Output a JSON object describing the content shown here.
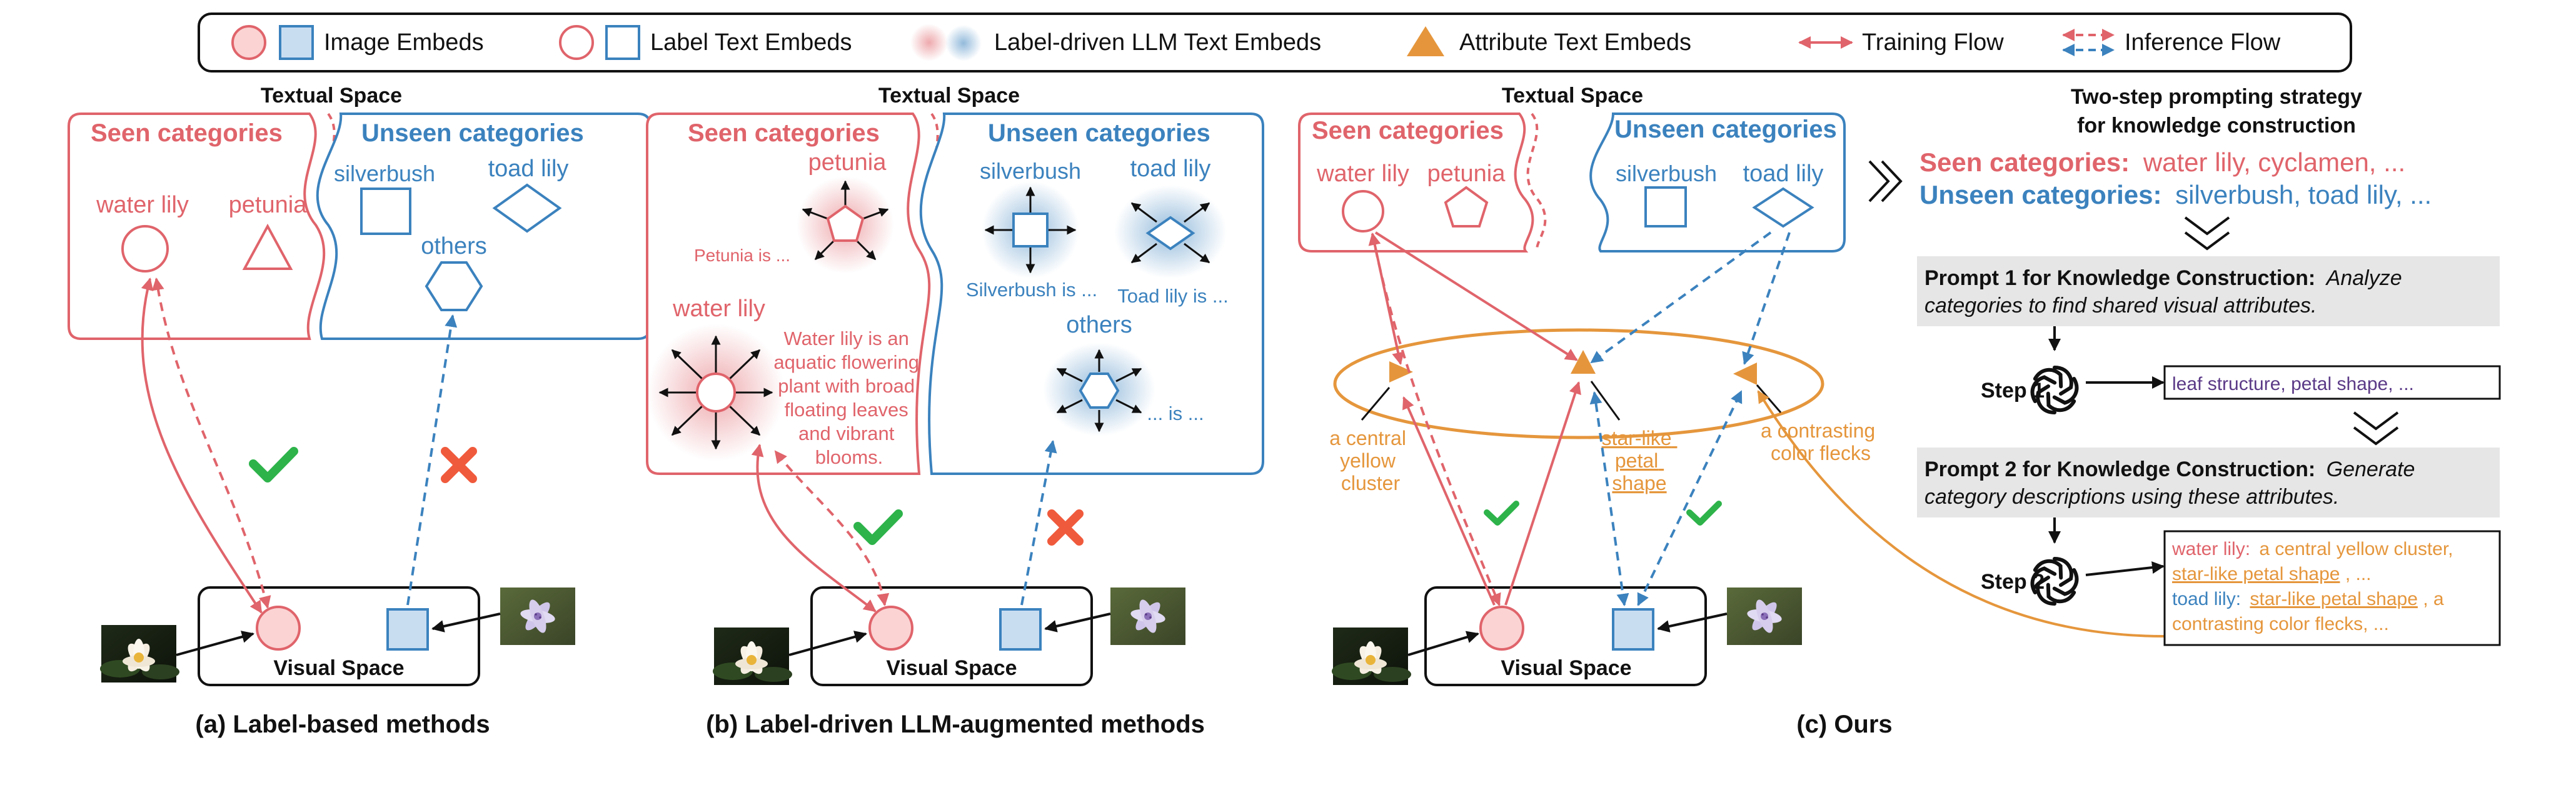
{
  "legend": {
    "image_embeds": "Image Embeds",
    "label_text_embeds": "Label Text Embeds",
    "llm_text_embeds": "Label-driven LLM Text Embeds",
    "attribute_text_embeds": "Attribute Text Embeds",
    "training_flow": "Training Flow",
    "inference_flow": "Inference Flow"
  },
  "panel_a": {
    "textual_space": "Textual Space",
    "seen": "Seen categories",
    "unseen": "Unseen categories",
    "water_lily": "water lily",
    "petunia": "petunia",
    "silverbush": "silverbush",
    "toad_lily": "toad lily",
    "others": "others",
    "visual_space": "Visual Space",
    "caption": "(a) Label-based methods"
  },
  "panel_b": {
    "textual_space": "Textual Space",
    "seen": "Seen categories",
    "unseen": "Unseen categories",
    "petunia": "petunia",
    "petunia_is": "Petunia is ...",
    "water_lily": "water lily",
    "water_lily_desc": [
      "Water lily is an",
      "aquatic flowering",
      "plant with broad",
      "floating leaves",
      "and vibrant",
      "blooms."
    ],
    "silverbush": "silverbush",
    "silverbush_is": "Silverbush is ...",
    "toad_lily": "toad lily",
    "toad_lily_is": "Toad lily is ...",
    "others": "others",
    "others_is": "... is ...",
    "visual_space": "Visual Space",
    "caption": "(b) Label-driven LLM-augmented methods"
  },
  "panel_c": {
    "textual_space": "Textual Space",
    "seen": "Seen categories",
    "unseen": "Unseen categories",
    "water_lily": "water lily",
    "petunia": "petunia",
    "silverbush": "silverbush",
    "toad_lily": "toad lily",
    "attr1": [
      "a central",
      "yellow",
      "cluster"
    ],
    "attr2": [
      "star-like",
      "petal",
      "shape"
    ],
    "attr3": [
      "a contrasting",
      "color flecks"
    ],
    "visual_space": "Visual Space",
    "caption": "(c) Ours"
  },
  "strategy": {
    "title_line1": "Two-step  prompting strategy",
    "title_line2": "for knowledge construction",
    "seen_label": "Seen categories:",
    "seen_list": "water lily, cyclamen, ...",
    "unseen_label": "Unseen categories:",
    "unseen_list": "silverbush, toad lily, ...",
    "prompt1_bold": "Prompt 1 for Knowledge Construction:",
    "prompt1_rest": "Analyze",
    "prompt1_line2": "categories to find shared visual attributes.",
    "step1": "Step 1",
    "step1_output": "leaf structure, petal shape, ...",
    "prompt2_bold": "Prompt 2 for Knowledge Construction:",
    "prompt2_rest": "Generate",
    "prompt2_line2": "category descriptions using these attributes.",
    "step2": "Step 2",
    "out_water_label": "water lily:",
    "out_water_text1": "a central yellow cluster,",
    "out_water_text2": "star-like petal shape",
    "out_water_text2b": ", ...",
    "out_toad_label": "toad lily:",
    "out_toad_text1": "star-like petal shape",
    "out_toad_text1b": ", a",
    "out_toad_text2": "contrasting color flecks, ..."
  }
}
